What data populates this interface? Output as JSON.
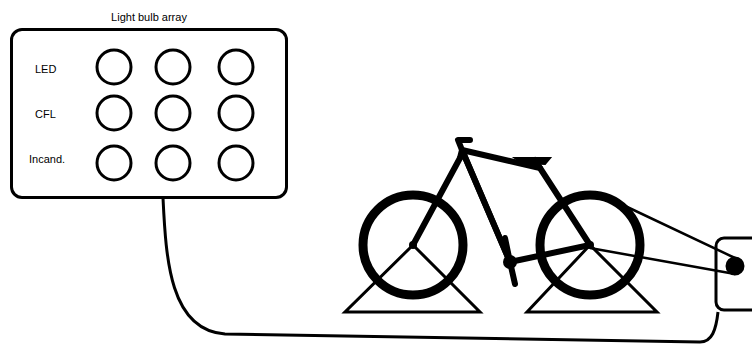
{
  "diagram": {
    "nodes": [
      {
        "text": [
          "Light bulb array",
          "LED",
          "CFL",
          "Incand."
        ]
      }
    ]
  }
}
